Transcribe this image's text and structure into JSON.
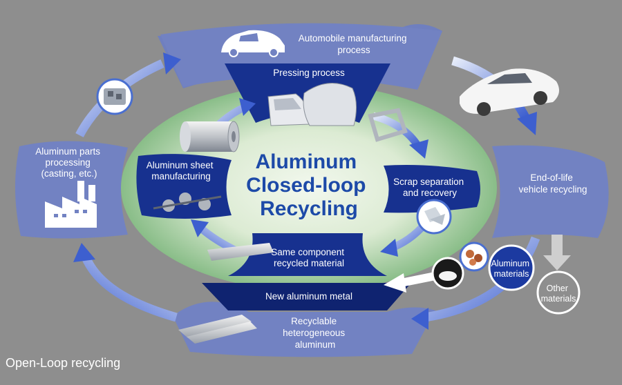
{
  "colors": {
    "background": "#8e8e8e",
    "outer_ring": "#6f7fbf",
    "inner_dark": "#17318f",
    "inner_darker": "#0f2370",
    "ellipse_center": "#eaf4e4",
    "ellipse_edge": "#8dc08c",
    "center_text": "#1d4aa8",
    "arrow_light": "#c9d6f2",
    "arrow_dark": "#3a5bc7"
  },
  "outer": {
    "automobile": [
      "Automobile manufacturing",
      "process"
    ],
    "end_of_life": [
      "End-of-life",
      "vehicle recycling"
    ],
    "recyclable": [
      "Recyclable",
      "heterogeneous",
      "aluminum"
    ],
    "parts_processing": [
      "Aluminum parts",
      "processing",
      "(casting, etc.)"
    ]
  },
  "inner": {
    "pressing": "Pressing process",
    "scrap": [
      "Scrap separation",
      "and recovery"
    ],
    "same_component": [
      "Same component",
      "recycled material"
    ],
    "new_metal": "New aluminum metal",
    "sheet": [
      "Aluminum sheet",
      "manufacturing"
    ]
  },
  "center": [
    "Aluminum",
    "Closed-loop",
    "Recycling"
  ],
  "circles": {
    "aluminum_materials": [
      "Aluminum",
      "materials"
    ],
    "other_materials": [
      "Other",
      "materials"
    ]
  },
  "footer": "Open-Loop recycling",
  "icons": [
    "car-icon",
    "sedan-icon",
    "factory-icon",
    "engine-part-icon",
    "car-door-icon",
    "hood-icon",
    "aluminum-coil-icon",
    "rolling-mill-icon",
    "scrap-frame-icon",
    "scrap-flakes-icon",
    "ingots-icon",
    "copper-nuggets-icon",
    "aluminum-powder-icon",
    "down-arrow-icon"
  ]
}
